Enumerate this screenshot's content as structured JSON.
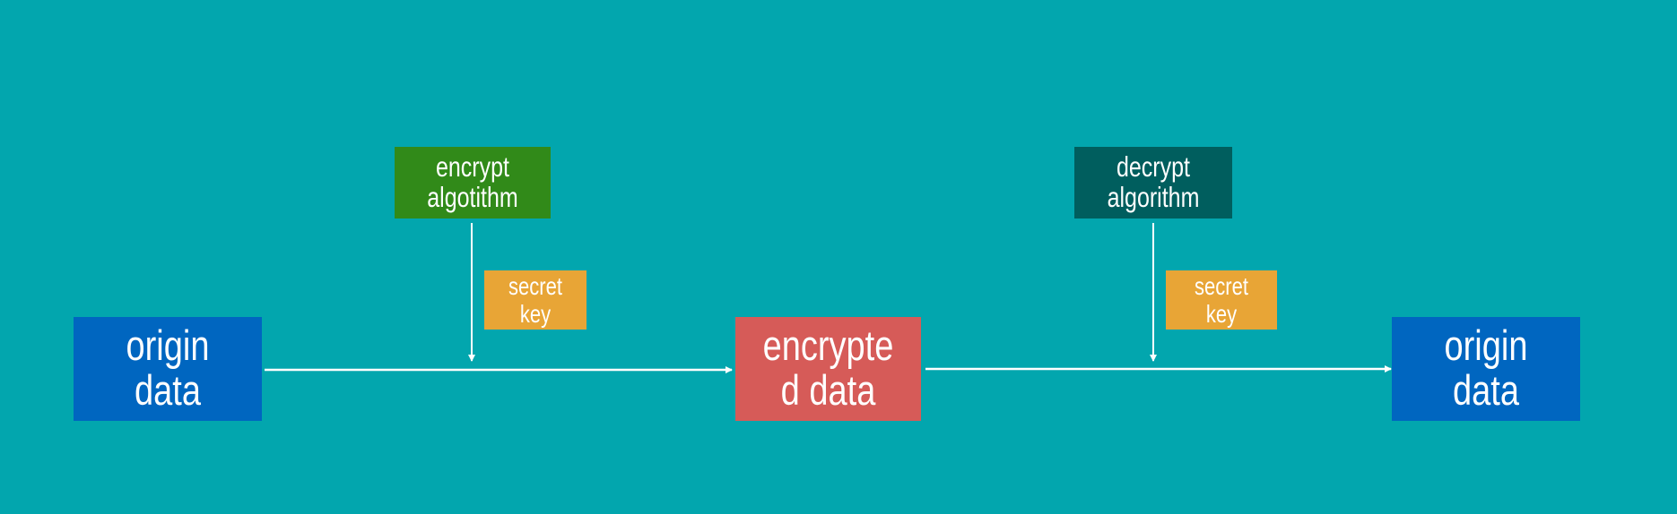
{
  "nodes": {
    "origin_left": {
      "line1": "origin",
      "line2": "data",
      "color": "#0066C0"
    },
    "encrypt_algorithm": {
      "line1": "encrypt",
      "line2": "algotithm",
      "color": "#318A19"
    },
    "secret_key_left": {
      "line1": "secret",
      "line2": "key",
      "color": "#E8A536"
    },
    "encrypted_data": {
      "line1": "encrypte",
      "line2": "d data",
      "color": "#D65B58"
    },
    "decrypt_algorithm": {
      "line1": "decrypt",
      "line2": "algorithm",
      "color": "#005E5E"
    },
    "secret_key_right": {
      "line1": "secret",
      "line2": "key",
      "color": "#E8A536"
    },
    "origin_right": {
      "line1": "origin",
      "line2": "data",
      "color": "#0066C0"
    }
  },
  "background": "#02A6AE"
}
